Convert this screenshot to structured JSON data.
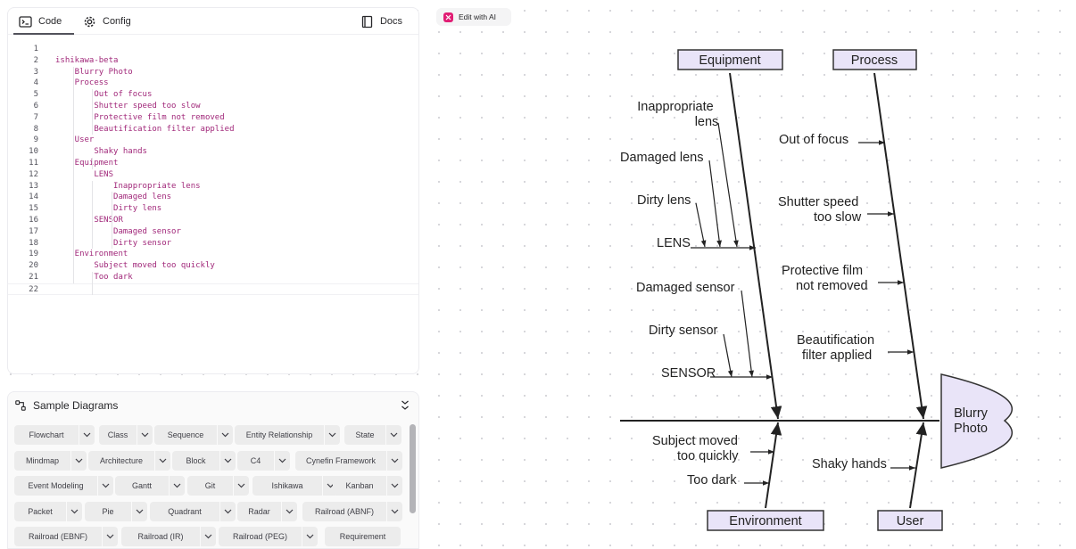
{
  "tabs": {
    "code": "Code",
    "config": "Config",
    "docs": "Docs"
  },
  "ai_button": "Edit with AI",
  "code_lines": [
    "",
    "ishikawa-beta",
    "    Blurry Photo",
    "    Process",
    "        Out of focus",
    "        Shutter speed too slow",
    "        Protective film not removed",
    "        Beautification filter applied",
    "    User",
    "        Shaky hands",
    "    Equipment",
    "        LENS",
    "            Inappropriate lens",
    "            Damaged lens",
    "            Dirty lens",
    "        SENSOR",
    "            Damaged sensor",
    "            Dirty sensor",
    "    Environment",
    "        Subject moved too quickly",
    "        Too dark",
    ""
  ],
  "samples": {
    "title": "Sample Diagrams",
    "rows": [
      [
        "Flowchart",
        "Class",
        "Sequence",
        "Entity Relationship",
        "State"
      ],
      [
        "Mindmap",
        "Architecture",
        "Block",
        "C4",
        "Cynefin Framework"
      ],
      [
        "Event Modeling",
        "Gantt",
        "Git",
        "Ishikawa",
        "Kanban"
      ],
      [
        "Packet",
        "Pie",
        "Quadrant",
        "Radar",
        "Railroad (ABNF)"
      ],
      [
        "Railroad (EBNF)",
        "Railroad (IR)",
        "Railroad (PEG)",
        "Requirement"
      ]
    ]
  },
  "diagram": {
    "effect": [
      "Blurry",
      "Photo"
    ],
    "categories": {
      "equipment": "Equipment",
      "process": "Process",
      "environment": "Environment",
      "user": "User"
    },
    "causes": {
      "inappropriate_lens": [
        "Inappropriate",
        "lens"
      ],
      "damaged_lens": "Damaged lens",
      "dirty_lens": "Dirty lens",
      "lens": "LENS",
      "damaged_sensor": "Damaged sensor",
      "dirty_sensor": "Dirty sensor",
      "sensor": "SENSOR",
      "out_of_focus": "Out of focus",
      "shutter_speed": [
        "Shutter speed",
        "too slow"
      ],
      "protective_film": [
        "Protective film",
        "not removed"
      ],
      "beautification": [
        "Beautification",
        "filter applied"
      ],
      "subject_moved": [
        "Subject moved",
        "too quickly"
      ],
      "too_dark": "Too dark",
      "shaky_hands": "Shaky hands"
    }
  },
  "colors": {
    "code_text": "#a1287a",
    "effect_fill": "#e9e4f8",
    "box_fill": "#e9e4f8",
    "ai_badge": "#e11d74"
  },
  "icons": [
    "code-icon",
    "gear-icon",
    "book-icon",
    "sparkle-icon",
    "diagram-icon",
    "chevrons-icon",
    "chevron-down-icon"
  ]
}
